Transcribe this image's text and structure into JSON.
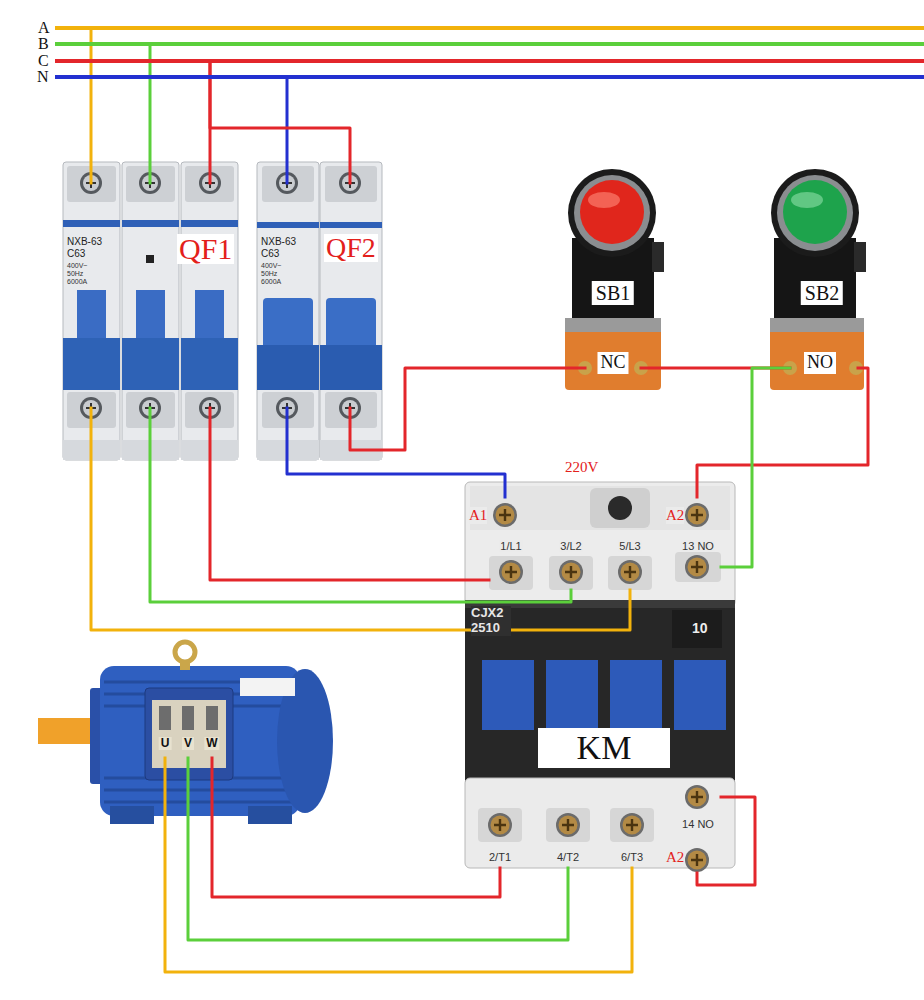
{
  "diagram": {
    "nodes": [
      {
        "text": [
          "A"
        ]
      },
      {
        "text": [
          "B"
        ]
      },
      {
        "text": [
          "C"
        ]
      },
      {
        "text": [
          "N"
        ]
      },
      {
        "text": [
          "NXB-63",
          "C63",
          "400V~",
          "50Hz",
          "6000A",
          "QF1"
        ]
      },
      {
        "text": [
          "NXB-63",
          "C63",
          "400V~",
          "50Hz",
          "6000A",
          "QF2"
        ]
      },
      {
        "text": [
          "SB1",
          "NC"
        ]
      },
      {
        "text": [
          "SB2",
          "NO"
        ]
      },
      {
        "text": [
          "220V",
          "CJX2 2510",
          "10",
          "KM"
        ]
      },
      {
        "text": [
          "A1"
        ],
        "in": 8
      },
      {
        "text": [
          "A2"
        ],
        "in": 8
      },
      {
        "text": [
          "1/L1"
        ],
        "in": 8
      },
      {
        "text": [
          "3/L2"
        ],
        "in": 8
      },
      {
        "text": [
          "5/L3"
        ],
        "in": 8
      },
      {
        "text": [
          "13 NO"
        ],
        "in": 8
      },
      {
        "text": [
          "2/T1"
        ],
        "in": 8
      },
      {
        "text": [
          "4/T2"
        ],
        "in": 8
      },
      {
        "text": [
          "6/T3"
        ],
        "in": 8
      },
      {
        "text": [
          "14 NO"
        ],
        "in": 8
      },
      {
        "text": [
          "A2"
        ],
        "in": 8
      },
      {
        "text": [
          "U"
        ]
      },
      {
        "text": [
          "V"
        ]
      },
      {
        "text": [
          "W"
        ]
      }
    ],
    "edges": [
      {
        "from": 0,
        "to": 4,
        "arrow": "none"
      },
      {
        "from": 1,
        "to": 4,
        "arrow": "none"
      },
      {
        "from": 2,
        "to": 4,
        "arrow": "none"
      },
      {
        "from": 3,
        "to": 5,
        "arrow": "none"
      },
      {
        "from": 2,
        "to": 5,
        "arrow": "none"
      },
      {
        "from": 4,
        "to": 13,
        "arrow": "none"
      },
      {
        "from": 4,
        "to": 12,
        "arrow": "none"
      },
      {
        "from": 4,
        "to": 11,
        "arrow": "none"
      },
      {
        "from": 5,
        "to": 9,
        "arrow": "none"
      },
      {
        "from": 5,
        "to": 6,
        "arrow": "none"
      },
      {
        "from": 6,
        "to": 7,
        "arrow": "none"
      },
      {
        "from": 7,
        "to": 10,
        "arrow": "none"
      },
      {
        "from": 14,
        "to": 7,
        "arrow": "none"
      },
      {
        "from": 18,
        "to": 19,
        "arrow": "none"
      },
      {
        "from": 15,
        "to": 22,
        "arrow": "none"
      },
      {
        "from": 16,
        "to": 21,
        "arrow": "none"
      },
      {
        "from": 17,
        "to": 20,
        "arrow": "none"
      }
    ]
  }
}
